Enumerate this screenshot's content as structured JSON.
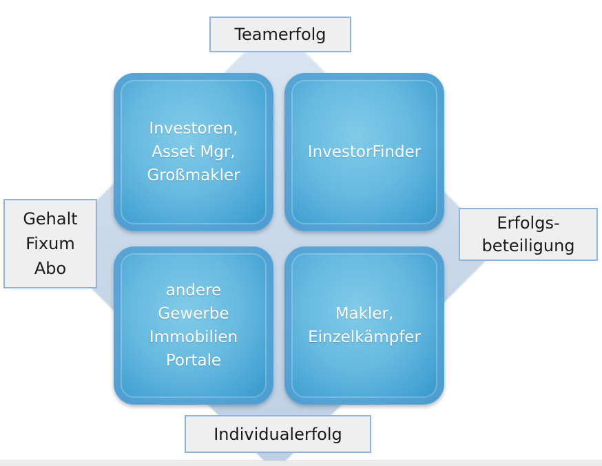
{
  "axes": {
    "top": "Teamerfolg",
    "bottom": "Individualerfolg",
    "left": "Gehalt\nFixum\nAbo",
    "right": "Erfolgs-\nbeteiligung"
  },
  "quadrants": {
    "top_left": "Investoren,\nAsset Mgr,\nGroßmakler",
    "top_right": "InvestorFinder",
    "bottom_left": "andere\nGewerbe\nImmobilien\nPortale",
    "bottom_right": "Makler,\nEinzelkämpfer"
  },
  "colors": {
    "quadrant_fill": "#66b9e0",
    "quadrant_text": "#ffffff",
    "diamond_fill": "#c9d8e9",
    "label_fill": "#efefef",
    "label_border": "#8fb3da"
  }
}
